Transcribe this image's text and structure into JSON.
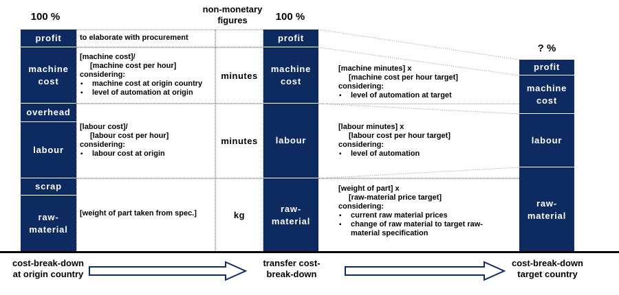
{
  "headers": {
    "origin_percent": "100 %",
    "nonmonetary": "non-monetary figures",
    "transfer_percent": "100 %",
    "target_percent": "? %"
  },
  "origin_blocks": {
    "profit": "profit",
    "machine_cost": "machine cost",
    "overhead": "overhead",
    "labour": "labour",
    "scrap": "scrap",
    "raw_material": "raw-material"
  },
  "origin_texts": {
    "profit": "to elaborate with procurement",
    "machine": {
      "line1": "[machine cost]/",
      "line2": "[machine cost per hour]",
      "line3": "considering:",
      "bullets": [
        "machine cost at origin country",
        "level of automation at origin"
      ]
    },
    "labour": {
      "line1": "[labour cost]/",
      "line2": "[labour cost per hour]",
      "line3": "considering:",
      "bullets": [
        "labour cost at origin"
      ]
    },
    "raw": "[weight of part taken from spec.]"
  },
  "units": {
    "machine": "minutes",
    "labour": "minutes",
    "raw": "kg"
  },
  "transfer_blocks": {
    "profit": "profit",
    "machine_cost": "machine cost",
    "labour": "labour",
    "raw_material": "raw-material"
  },
  "transfer_texts": {
    "machine": {
      "line1": "[machine minutes] x",
      "line2": "[machine cost per hour target]",
      "line3": "considering:",
      "bullets": [
        "level of automation at target"
      ]
    },
    "labour": {
      "line1": "[labour minutes] x",
      "line2": "[labour cost per hour target]",
      "line3": "considering:",
      "bullets": [
        "level of automation"
      ]
    },
    "raw": {
      "line1": "[weight of part] x",
      "line2": "[raw-material price target]",
      "line3": "considering:",
      "bullets": [
        "current raw material prices",
        "change of raw material to target raw-material specification"
      ]
    }
  },
  "target_blocks": {
    "profit": "profit",
    "machine_cost": "machine cost",
    "labour": "labour",
    "raw_material": "raw-material"
  },
  "captions": {
    "origin": "cost-break-down at origin country",
    "transfer": "transfer cost-break-down",
    "target": "cost-break-down target country"
  },
  "colors": {
    "block": "#0e2b61",
    "arrow_outline": "#0e2b61",
    "baseline": "#000000",
    "dotted": "#9a9a9a"
  }
}
